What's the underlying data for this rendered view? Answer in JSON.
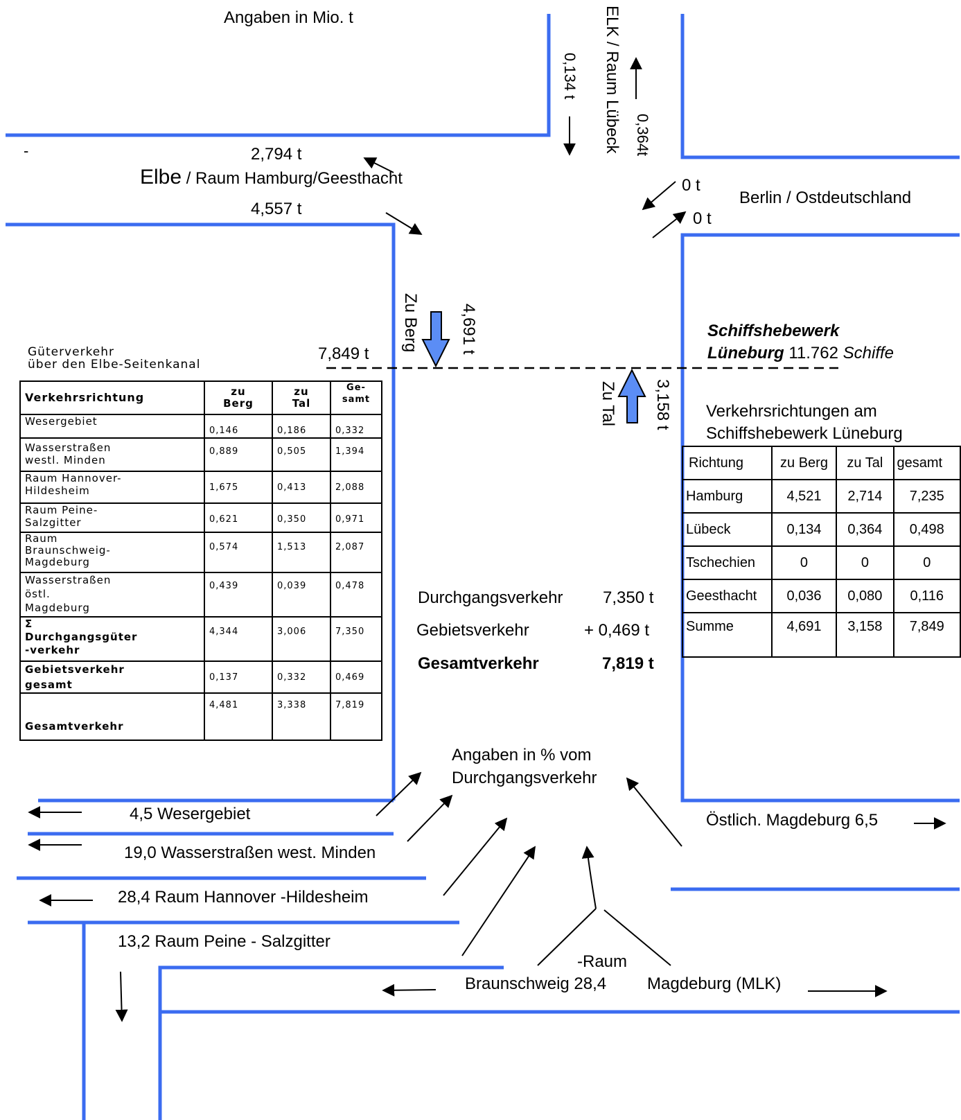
{
  "header": {
    "units_note": "Angaben in Mio. t"
  },
  "colors": {
    "canal": "#3b6cf0",
    "arrow_fill": "#5b8df5"
  },
  "north": {
    "elk_label": "ELK / Raum Lübeck",
    "down_value": "0,134 t",
    "up_value": "0,364t"
  },
  "elbe": {
    "upper_value": "2,794 t",
    "label_big": "Elbe",
    "label_small": " / Raum Hamburg/Geesthacht",
    "lower_value": "4,557 t",
    "stray_mark": "-"
  },
  "berlin": {
    "label": "Berlin / Ostdeutschland",
    "in_value": "0 t",
    "out_value": "0 t"
  },
  "lift": {
    "zu_berg_label": "Zu Berg",
    "zu_berg_value": "4,691 t",
    "zu_tal_label": "Zu Tal",
    "zu_tal_value": "3,158 t",
    "line_value": "7,849 t",
    "title_line1": "Schiffshebewerk",
    "title_line2_bold": "Lüneburg",
    "ships_count": "11.762",
    "ships_word": "Schiffe"
  },
  "left_table": {
    "caption_line1": "Güterverkehr",
    "caption_line2": "über den Elbe-Seitenkanal",
    "headers": [
      "Verkehrsrichtung",
      "zu\nBerg",
      "zu\nTal",
      "Ge-\nsamt"
    ],
    "rows": [
      [
        "Wesergebiet",
        "0,146",
        "0,186",
        "0,332"
      ],
      [
        "Wasserstraßen\nwestl. Minden",
        "0,889",
        "0,505",
        "1,394"
      ],
      [
        "Raum Hannover-\nHildesheim",
        "1,675",
        "0,413",
        "2,088"
      ],
      [
        "Raum Peine-\nSalzgitter",
        "0,621",
        "0,350",
        "0,971"
      ],
      [
        "Raum\nBraunschweig-\nMagdeburg",
        "0,574",
        "1,513",
        "2,087"
      ],
      [
        "Wasserstraßen\nöstl.\nMagdeburg",
        "0,439",
        "0,039",
        "0,478"
      ],
      [
        "Σ\nDurchgangsgüter\n-verkehr",
        "4,344",
        "3,006",
        "7,350"
      ],
      [
        "Gebietsverkehr\ngesamt",
        "0,137",
        "0,332",
        "0,469"
      ],
      [
        "\n\nGesamtverkehr",
        "4,481",
        "3,338",
        "7,819"
      ]
    ]
  },
  "right_table": {
    "caption_line1": "Verkehrsrichtungen am",
    "caption_line2": "Schiffshebewerk Lüneburg",
    "headers": [
      "Richtung",
      "zu Berg",
      "zu Tal",
      "gesamt"
    ],
    "rows": [
      [
        "Hamburg",
        "4,521",
        "2,714",
        "7,235"
      ],
      [
        "Lübeck",
        "0,134",
        "0,364",
        "0,498"
      ],
      [
        "Tschechien",
        "0",
        "0",
        "0"
      ],
      [
        "Geesthacht",
        "0,036",
        "0,080",
        "0,116"
      ],
      [
        "Summe",
        "4,691",
        "3,158",
        "7,849"
      ]
    ]
  },
  "summary": {
    "durchgang_label": "Durchgangsverkehr",
    "durchgang_value": "7,350 t",
    "gebiet_label": "Gebietsverkehr",
    "gebiet_value": "+ 0,469 t",
    "gesamt_label": "Gesamtverkehr",
    "gesamt_value": "7,819 t"
  },
  "percent_note_line1": "Angaben in % vom",
  "percent_note_line2": "Durchgangsverkehr",
  "south": {
    "weser": "4,5 Wesergebiet",
    "minden": "19,0  Wasserstraßen west. Minden",
    "hannover": "28,4 Raum Hannover -Hildesheim",
    "peine": "13,2 Raum  Peine - Salzgitter",
    "raum": "-Raum",
    "braunschweig": "Braunschweig  28,4",
    "magdeburg": "Magdeburg (MLK)",
    "oestlich": "Östlich. Magdeburg 6,5"
  }
}
